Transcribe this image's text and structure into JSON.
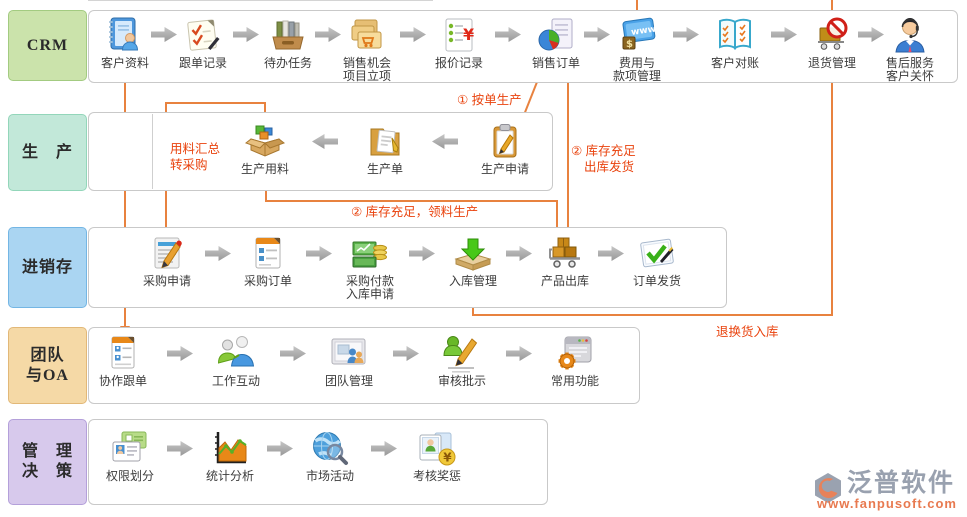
{
  "page": {
    "background": "#ffffff"
  },
  "colors": {
    "connector": "#e8823f",
    "annotation": "#e9430e",
    "flow_arrow": "#ababab"
  },
  "lanes": [
    {
      "name": "crm",
      "label_lines": [
        "CRM"
      ],
      "fill": "#cbe3ab",
      "border": "#a3cb81",
      "items": [
        {
          "icon": "book-person",
          "lines": [
            "客户资料"
          ]
        },
        {
          "icon": "memo-check",
          "lines": [
            "跟单记录"
          ]
        },
        {
          "icon": "task-tray",
          "lines": [
            "待办任务"
          ]
        },
        {
          "icon": "folders-cart",
          "lines": [
            "销售机会",
            "项目立项"
          ]
        },
        {
          "icon": "quote-page",
          "lines": [
            "报价记录"
          ]
        },
        {
          "icon": "order-pie",
          "lines": [
            "销售订单"
          ]
        },
        {
          "icon": "expense-screen",
          "lines": [
            "费用与",
            "款项管理"
          ]
        },
        {
          "icon": "ledger-book",
          "lines": [
            "客户对账"
          ]
        },
        {
          "icon": "return-cart",
          "lines": [
            "退货管理"
          ]
        },
        {
          "icon": "service-person",
          "lines": [
            "售后服务",
            "客户关怀"
          ]
        }
      ]
    },
    {
      "name": "production",
      "label_lines": [
        "生　产"
      ],
      "fill": "#c2e8d9",
      "border": "#93d6ba",
      "items": [
        {
          "icon": "materials-box",
          "lines": [
            "生产用料"
          ]
        },
        {
          "icon": "production-folder",
          "lines": [
            "生产单"
          ]
        },
        {
          "icon": "clipboard",
          "lines": [
            "生产申请"
          ]
        }
      ]
    },
    {
      "name": "inventory",
      "label_lines": [
        "进销存"
      ],
      "fill": "#aad5f2",
      "border": "#74b6e4",
      "items": [
        {
          "icon": "purchase-request",
          "lines": [
            "采购申请"
          ]
        },
        {
          "icon": "purchase-order",
          "lines": [
            "采购订单"
          ]
        },
        {
          "icon": "payment-money",
          "lines": [
            "采购付款",
            "入库申请"
          ]
        },
        {
          "icon": "inbound-box",
          "lines": [
            "入库管理"
          ]
        },
        {
          "icon": "outbound-cart",
          "lines": [
            "产品出库"
          ]
        },
        {
          "icon": "ship-check",
          "lines": [
            "订单发货"
          ]
        }
      ]
    },
    {
      "name": "team-oa",
      "label_lines": [
        "团队",
        "与OA"
      ],
      "fill": "#f5d9a6",
      "border": "#e2b878",
      "items": [
        {
          "icon": "collab-doc",
          "lines": [
            "协作跟单"
          ]
        },
        {
          "icon": "interaction-people",
          "lines": [
            "工作互动"
          ]
        },
        {
          "icon": "team-frame",
          "lines": [
            "团队管理"
          ]
        },
        {
          "icon": "approve-write",
          "lines": [
            "审核批示"
          ]
        },
        {
          "icon": "functions-gear",
          "lines": [
            "常用功能"
          ]
        }
      ]
    },
    {
      "name": "management",
      "label_lines": [
        "管　理",
        "决　策"
      ],
      "fill": "#d7c9ec",
      "border": "#b4a0da",
      "items": [
        {
          "icon": "permission-cards",
          "lines": [
            "权限划分"
          ]
        },
        {
          "icon": "stats-chart",
          "lines": [
            "统计分析"
          ]
        },
        {
          "icon": "market-globe",
          "lines": [
            "市场活动"
          ]
        },
        {
          "icon": "reward-photo",
          "lines": [
            "考核奖惩"
          ]
        }
      ]
    }
  ],
  "annotations": [
    {
      "id": "make-to-order",
      "lines": [
        "① 按单生产"
      ]
    },
    {
      "id": "stock-enough-ship",
      "lines": [
        "② 库存充足",
        "出库发货"
      ]
    },
    {
      "id": "stock-enough-pick",
      "lines": [
        "② 库存充足，领料生产"
      ]
    },
    {
      "id": "material-to-purchase",
      "lines": [
        "用料汇总",
        "转采购"
      ]
    },
    {
      "id": "return-inbound",
      "lines": [
        "退换货入库"
      ]
    }
  ],
  "watermark": {
    "brand": "泛普软件",
    "url": "www.fanpusoft.com"
  }
}
